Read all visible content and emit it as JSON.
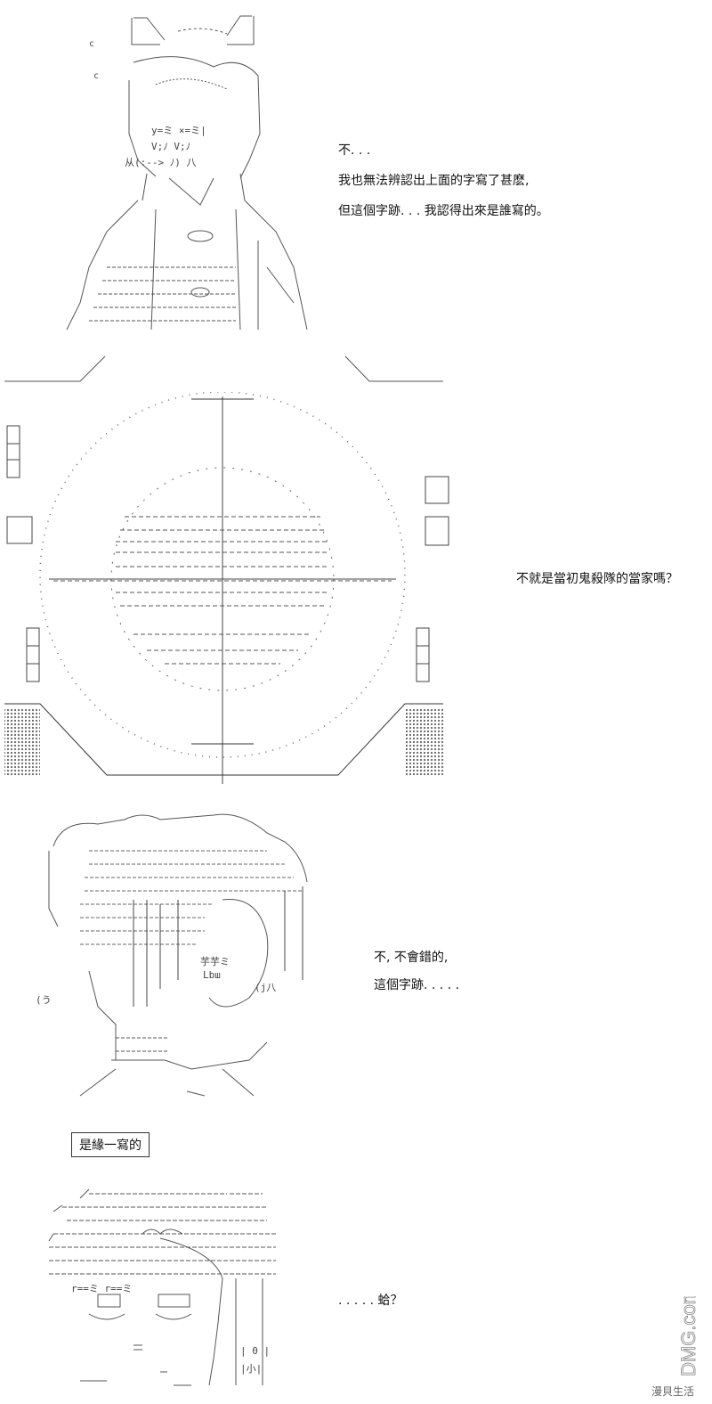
{
  "panels": [
    {
      "id": "panel-1",
      "dialog": [
        "不. . .",
        "我也無法辨認出上面的字寫了甚麽,",
        "但這個字跡. . . 我認得出來是誰寫的。"
      ]
    },
    {
      "id": "panel-2",
      "dialog": [
        "不就是當初鬼殺隊的當家嗎？"
      ]
    },
    {
      "id": "panel-3",
      "dialog": [
        "不, 不會錯的,",
        "這個字跡. . . . ."
      ],
      "note_box": "是緣一寫的"
    },
    {
      "id": "panel-4",
      "dialog": [
        ". . . . . 蛤？"
      ]
    }
  ],
  "watermarks": {
    "vertical": "DMG.com",
    "bottom": "漫貝生活"
  },
  "colors": {
    "background": "#ffffff",
    "line": "#333333",
    "text": "#111111"
  }
}
